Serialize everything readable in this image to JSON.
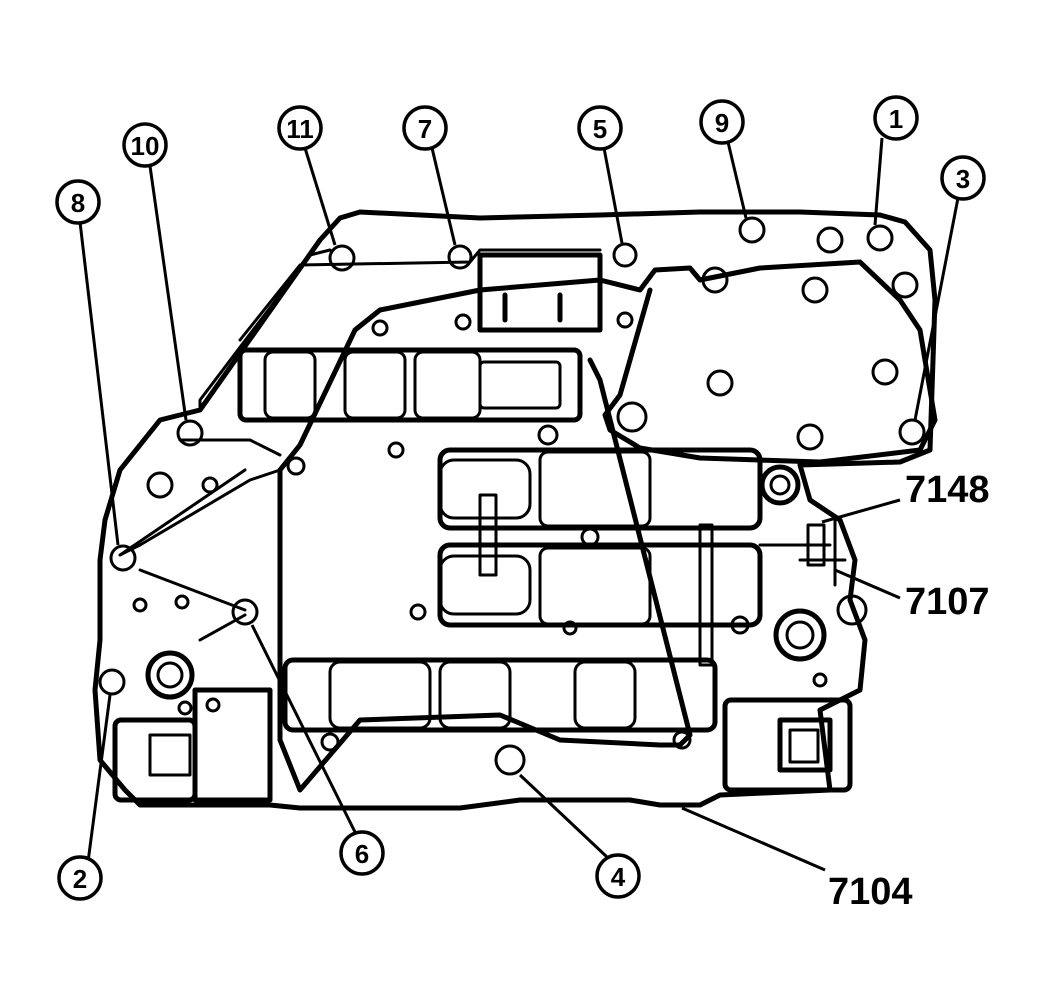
{
  "callouts": [
    {
      "id": "c1",
      "label": "1"
    },
    {
      "id": "c2",
      "label": "2"
    },
    {
      "id": "c3",
      "label": "3"
    },
    {
      "id": "c4",
      "label": "4"
    },
    {
      "id": "c5",
      "label": "5"
    },
    {
      "id": "c6",
      "label": "6"
    },
    {
      "id": "c7",
      "label": "7"
    },
    {
      "id": "c8",
      "label": "8"
    },
    {
      "id": "c9",
      "label": "9"
    },
    {
      "id": "c10",
      "label": "10"
    },
    {
      "id": "c11",
      "label": "11"
    }
  ],
  "part_labels": [
    {
      "id": "p7148",
      "label": "7148"
    },
    {
      "id": "p7107",
      "label": "7107"
    },
    {
      "id": "p7104",
      "label": "7104"
    }
  ]
}
